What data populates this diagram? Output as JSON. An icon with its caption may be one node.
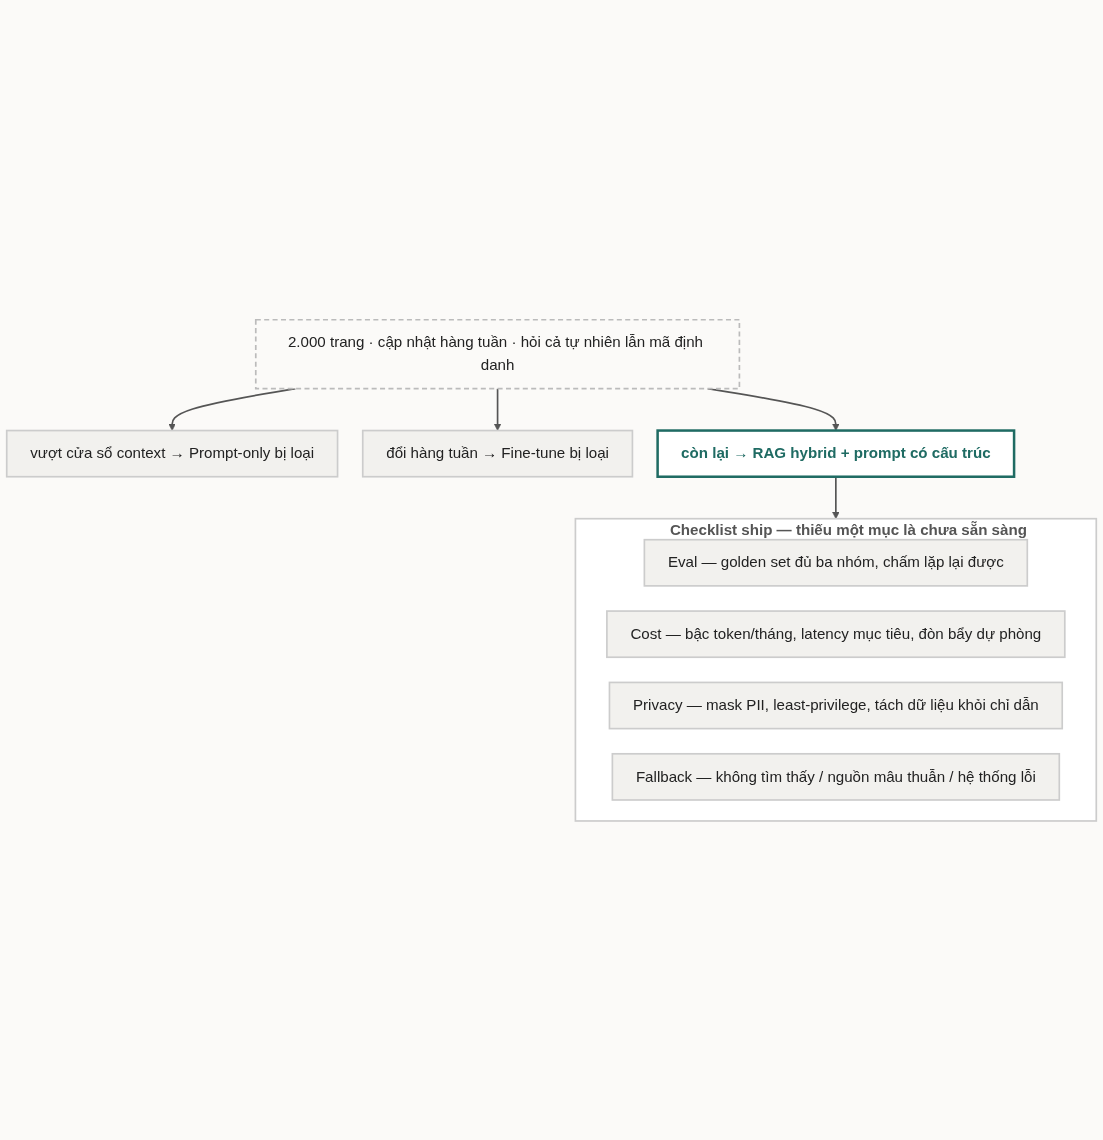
{
  "diagram": {
    "nodes": [
      {
        "text": [
          "2.000 trang · cập nhật hàng tuần · hỏi cả tự nhiên lẫn mã định danh"
        ]
      },
      {
        "text": [
          "vượt cửa sổ context → Prompt-only bị loại"
        ]
      },
      {
        "text": [
          "đổi hàng tuần → Fine-tune bị loại"
        ]
      },
      {
        "text": [
          "còn lại → RAG hybrid + prompt có cấu trúc"
        ]
      },
      {
        "text": [
          "Checklist ship — thiếu một mục là chưa sẵn sàng"
        ]
      },
      {
        "text": [
          "Eval — golden set đủ ba nhóm, chấm lặp lại được"
        ],
        "in": 4
      },
      {
        "text": [
          "Cost — bậc token/tháng, latency mục tiêu, đòn bẩy dự phòng"
        ],
        "in": 4
      },
      {
        "text": [
          "Privacy — mask PII, least-privilege, tách dữ liệu khỏi chỉ dẫn"
        ],
        "in": 4
      },
      {
        "text": [
          "Fallback — không tìm thấy / nguồn mâu thuẫn / hệ thống lỗi"
        ],
        "in": 4
      }
    ],
    "edges": [
      {
        "from": 0,
        "to": 1,
        "arrow": "to"
      },
      {
        "from": 0,
        "to": 2,
        "arrow": "to"
      },
      {
        "from": 0,
        "to": 3,
        "arrow": "to"
      },
      {
        "from": 3,
        "to": 4,
        "arrow": "to"
      }
    ]
  }
}
